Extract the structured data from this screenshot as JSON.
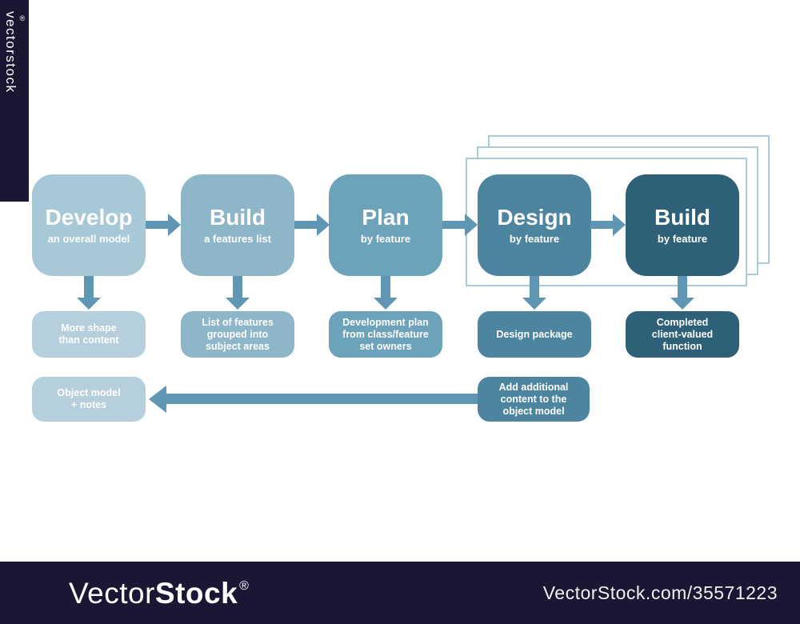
{
  "watermark": {
    "side_text": "vectorstock",
    "side_registered": "®",
    "bottom_brand": {
      "light": "Vector",
      "bold": "Stock",
      "registered": "®"
    },
    "bottom_url": "VectorStock.com/35571223",
    "bar_color": "#191733"
  },
  "palette": {
    "stage_colors": [
      "#a6c8d7",
      "#8eb6c9",
      "#6da2bb",
      "#4d84a0",
      "#2e6078"
    ],
    "output_light": "#b5cfdd",
    "arrow": "#5f96b3",
    "sheet_border": "#a8cada",
    "text": "#ffffff"
  },
  "diagram": {
    "stages": [
      {
        "title": "Develop",
        "subtitle": "an overall model"
      },
      {
        "title": "Build",
        "subtitle": "a features list"
      },
      {
        "title": "Plan",
        "subtitle": "by feature"
      },
      {
        "title": "Design",
        "subtitle": "by feature"
      },
      {
        "title": "Build",
        "subtitle": "by feature"
      }
    ],
    "outputs": [
      "More shape\nthan content",
      "List of features\ngrouped into\nsubject areas",
      "Development plan\nfrom class/feature\nset owners",
      "Design package",
      "Completed\nclient-valued\nfunction"
    ],
    "feedback": {
      "target": "Object model\n+ notes",
      "source": "Add additional\ncontent to the\nobject model"
    }
  }
}
